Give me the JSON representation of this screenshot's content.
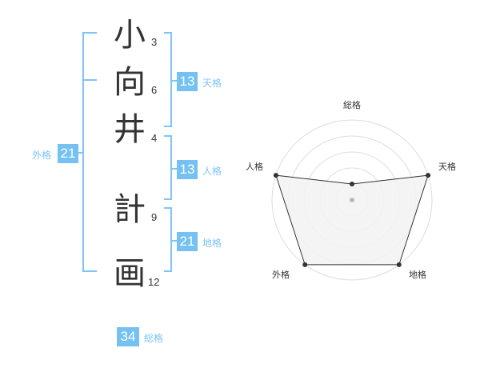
{
  "name_chars": [
    {
      "char": "小",
      "strokes": "3"
    },
    {
      "char": "向",
      "strokes": "6"
    },
    {
      "char": "井",
      "strokes": "4"
    },
    {
      "char": "計",
      "strokes": "9"
    },
    {
      "char": "画",
      "strokes": "12"
    }
  ],
  "fortunes": {
    "tenkaku": {
      "value": "13",
      "label": "天格"
    },
    "jinkaku": {
      "value": "13",
      "label": "人格"
    },
    "chikaku": {
      "value": "21",
      "label": "地格"
    },
    "gaikaku": {
      "value": "21",
      "label": "外格"
    },
    "soukaku": {
      "value": "34",
      "label": "総格"
    }
  },
  "radar": {
    "labels": {
      "top": "総格",
      "right": "天格",
      "bottom_right": "地格",
      "bottom_left": "外格",
      "left": "人格"
    },
    "levels": {
      "soukaku": 0.2,
      "tenkaku": 1.0,
      "chikaku": 1.0,
      "gaikaku": 1.0,
      "jinkaku": 1.0
    },
    "colors": {
      "fill": "#f2f2f2",
      "line": "#333333",
      "grid": "#dddddd",
      "center": "#bbbbbb"
    }
  }
}
